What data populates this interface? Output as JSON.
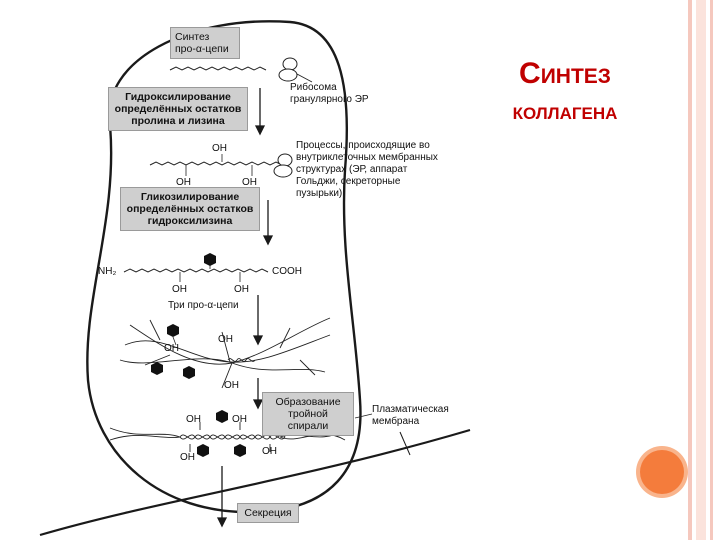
{
  "slide": {
    "title_line1": "Синтез",
    "title_line2": "коллагена",
    "accent_color": "#c00000",
    "stripe_color": "#f5c8be",
    "circle_color": "#f47c3c",
    "circle_ring": "#f9b48c"
  },
  "figure": {
    "steps": [
      {
        "id": "synthesis",
        "text": "Синтез\nпро-α-цепи"
      },
      {
        "id": "hydroxylation",
        "text": "Гидроксилирование\nопределённых остатков\nпролина и лизина"
      },
      {
        "id": "glycosylation",
        "text": "Гликозилирование\nопределённых остатков\nгидроксилизина"
      },
      {
        "id": "triple-helix",
        "text": "Образование\nтройной спирали"
      },
      {
        "id": "secretion",
        "text": "Секреция"
      }
    ],
    "labels": {
      "ribosome": "Рибосома\nгранулярного ЭР",
      "processes": "Процессы, происходящие во\nвнутриклеточных мембранных\nструктурах (ЭР, аппарат\nГольджи, секреторные\nпузырьки)",
      "three_chains": "Три про-α-цепи",
      "plasma_membrane": "Плазматическая\nмембрана"
    },
    "chem": {
      "oh": "OH",
      "nh2": "NH₂",
      "cooh": "COOH"
    }
  }
}
